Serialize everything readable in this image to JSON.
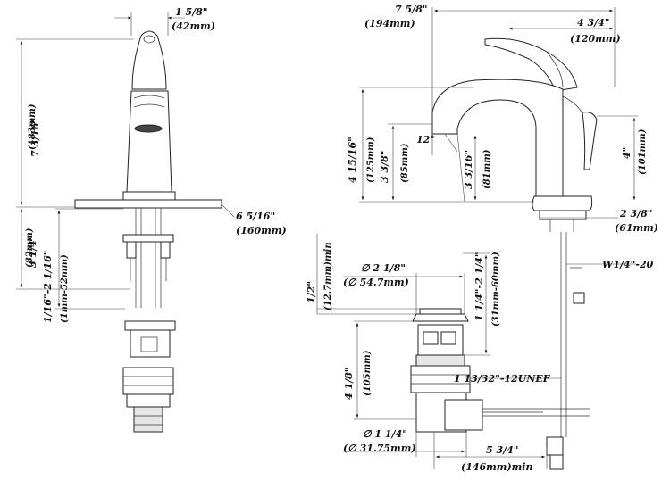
{
  "labels": {
    "spout_width": "1 5/8\"",
    "spout_width_mm": "(42mm)",
    "total_height": "7 3/16\"",
    "total_height_mm": "(183mm)",
    "plate_length": "6 5/16\"",
    "plate_length_mm": "(160mm)",
    "shank_length": "3 1/4\"",
    "shank_length_mm": "(82mm)",
    "deck_range": "1/16\"-2 1/16\"",
    "deck_range_mm": "(1mm-52mm)",
    "overall_reach": "7 5/8\"",
    "overall_reach_mm": "(194mm)",
    "spout_reach": "4 3/4\"",
    "spout_reach_mm": "(120mm)",
    "spout_height": "4 15/16\"",
    "spout_height_mm": "(125mm)",
    "spout_clearance": "3 3/8\"",
    "spout_clearance_mm": "(85mm)",
    "outlet_clearance": "3 3/16\"",
    "outlet_clearance_mm": "(81mm)",
    "handle_height": "4\"",
    "handle_height_mm": "(101mm)",
    "angle": "12°",
    "base_diameter": "2 3/8\"",
    "base_diameter_mm": "(61mm)",
    "supply_thread": "W1/4\"-20",
    "drain_top_min": "1/2\"",
    "drain_top_min_mm": "(12.7mm)min",
    "flange_diameter": "∅ 2 1/8\"",
    "flange_diameter_mm": "(∅ 54.7mm)",
    "drain_body_range": "1 1/4\"-2 1/4\"",
    "drain_body_range_mm": "(31mm-60mm)",
    "drain_thread": "1 13/32\"-12UNEF",
    "drain_length": "4 1/8\"",
    "drain_length_mm": "(105mm)",
    "tailpiece_diameter": "∅ 1 1/4\"",
    "tailpiece_diameter_mm": "(∅ 31.75mm)",
    "pivot_rod_length": "5 3/4\"",
    "pivot_rod_length_mm": "(146mm)min"
  }
}
